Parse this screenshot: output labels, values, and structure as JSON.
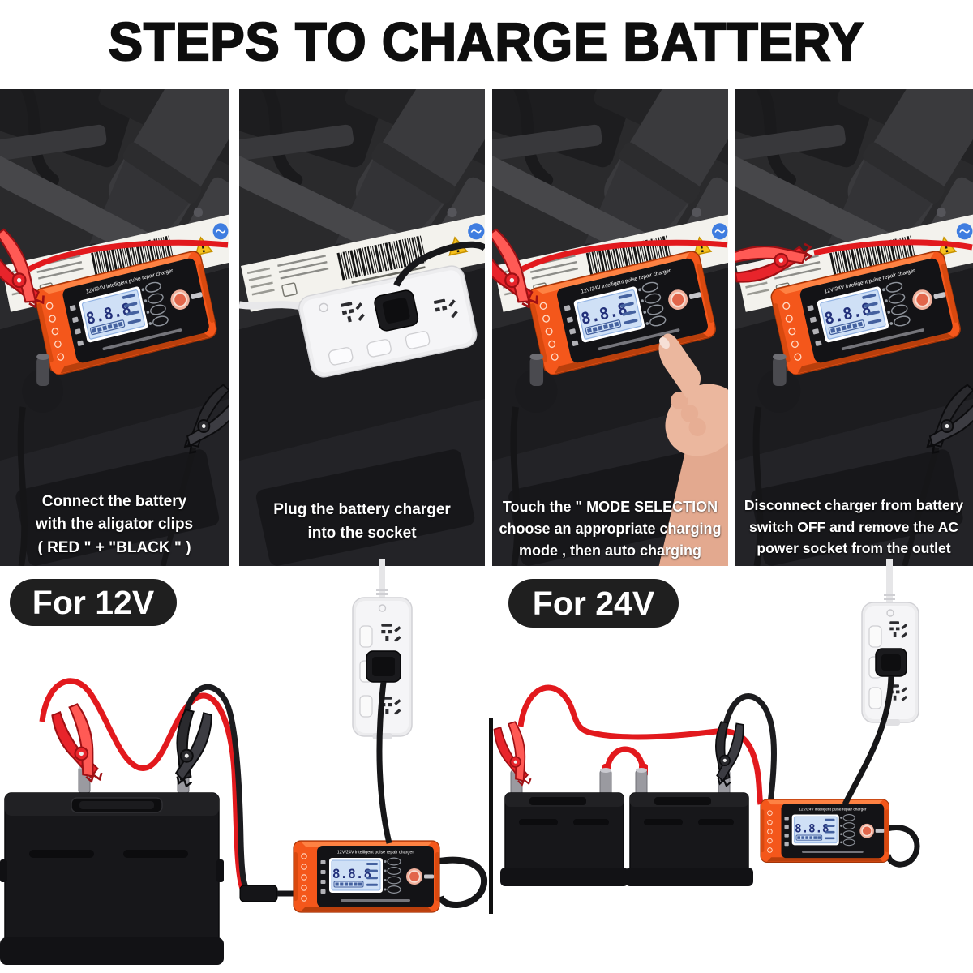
{
  "title": "STEPS TO CHARGE BATTERY",
  "steps": [
    {
      "caption": "Connect the battery\nwith the aligator clips\n( RED \" + \"BLACK \" )"
    },
    {
      "caption": "Plug the battery charger\ninto the socket"
    },
    {
      "caption": "Touch the \" MODE SELECTION\nchoose an appropriate charging\nmode , then auto charging"
    },
    {
      "caption": "Disconnect charger from battery\nswitch OFF and remove the AC\npower socket from the outlet"
    }
  ],
  "sections": [
    {
      "label": "For 12V"
    },
    {
      "label": "For 24V"
    }
  ],
  "charger": {
    "label": "12V/24V intelligent pulse repair charger",
    "lcd_value": "8.8.8"
  },
  "colors": {
    "charger_orange": "#f4571b",
    "cable_red": "#e2191d",
    "pill_background": "#1f1f1f",
    "lcd_blue": "#cfe0f6",
    "photo_background": "#2a2a2c"
  }
}
